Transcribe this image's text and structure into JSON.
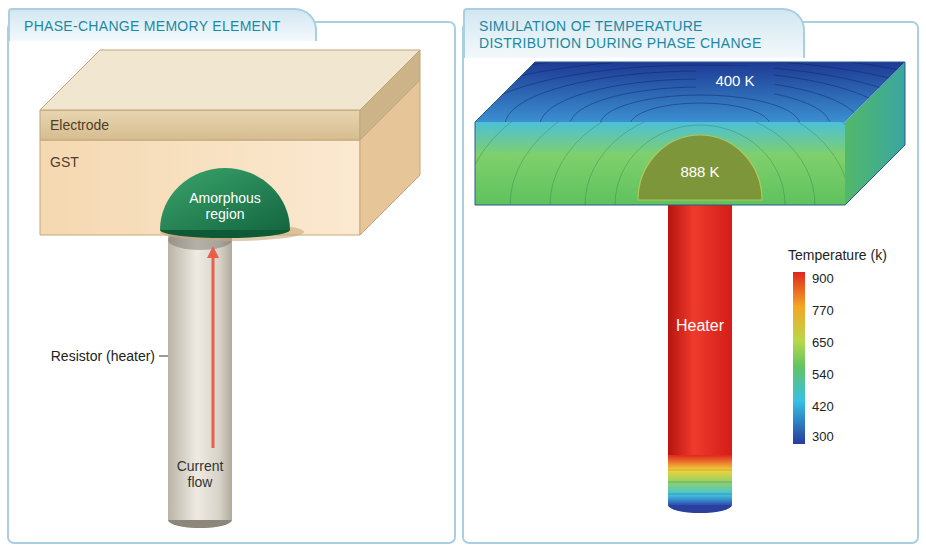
{
  "diagram": {
    "nodes": [
      {
        "text": [
          "PHASE-CHANGE MEMORY ELEMENT"
        ]
      },
      {
        "text": [
          "Electrode"
        ],
        "in": 0
      },
      {
        "text": [
          "GST"
        ],
        "in": 0
      },
      {
        "text": [
          "Amorphous region"
        ],
        "in": 2
      },
      {
        "text": [
          "Current flow"
        ],
        "in": 0
      },
      {
        "text": [
          "SIMULATION OF TEMPERATURE DISTRIBUTION DURING PHASE CHANGE"
        ]
      },
      {
        "text": [
          "400 K"
        ],
        "in": 5
      },
      {
        "text": [
          "888 K"
        ],
        "in": 6
      },
      {
        "text": [
          "Heater"
        ],
        "in": 5
      }
    ],
    "labels": [
      "Resistor (heater)",
      "Temperature (k)",
      "900",
      "770",
      "650",
      "540",
      "420",
      "300"
    ]
  }
}
